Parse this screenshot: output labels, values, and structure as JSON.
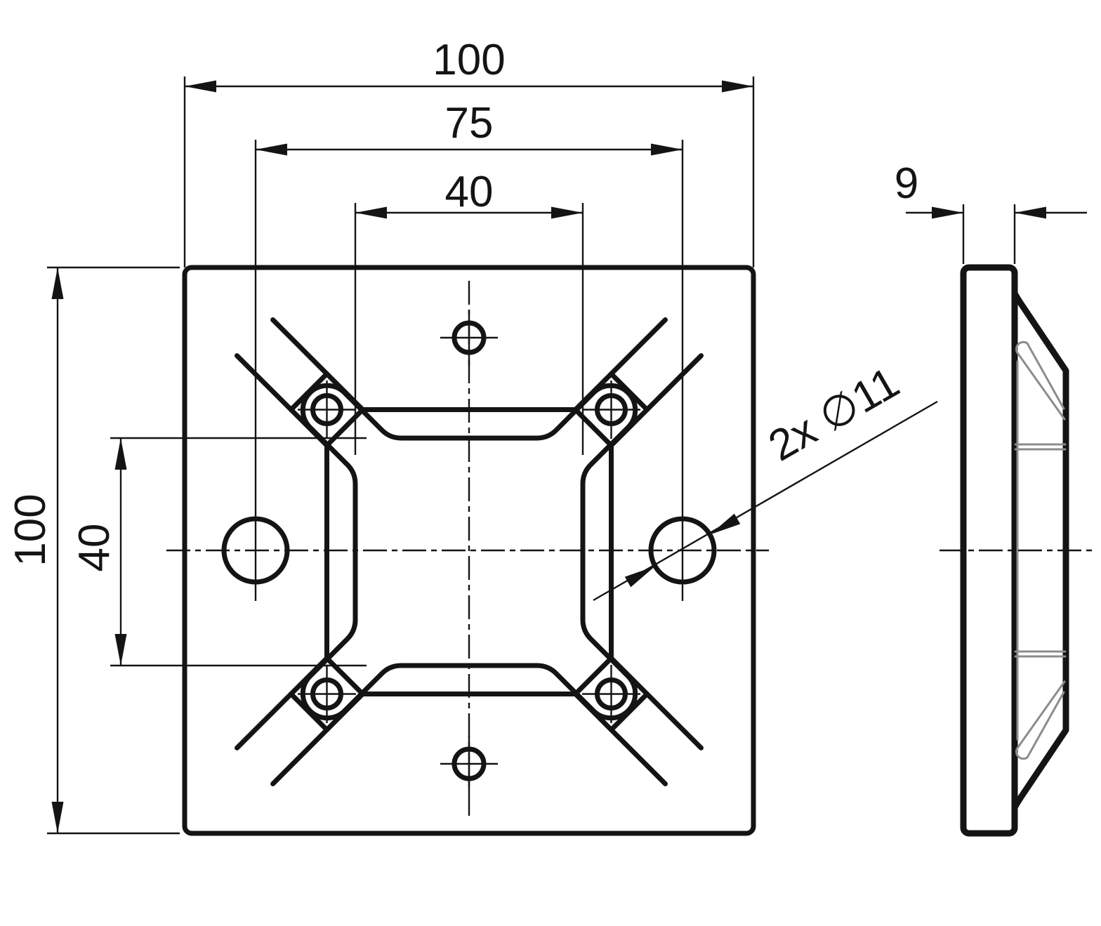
{
  "drawing": {
    "type": "technical-cad-drawing",
    "background_color": "#ffffff",
    "line_color": "#141414",
    "tangent_edge_color": "#8c8c8c",
    "front_view": {
      "dim_overall_width": "100",
      "dim_hole_spacing_width": "75",
      "dim_opening_width": "40",
      "dim_overall_height": "100",
      "dim_opening_height": "40",
      "hole_callout": "2x ∅11"
    },
    "side_view": {
      "dim_thickness": "9"
    }
  }
}
